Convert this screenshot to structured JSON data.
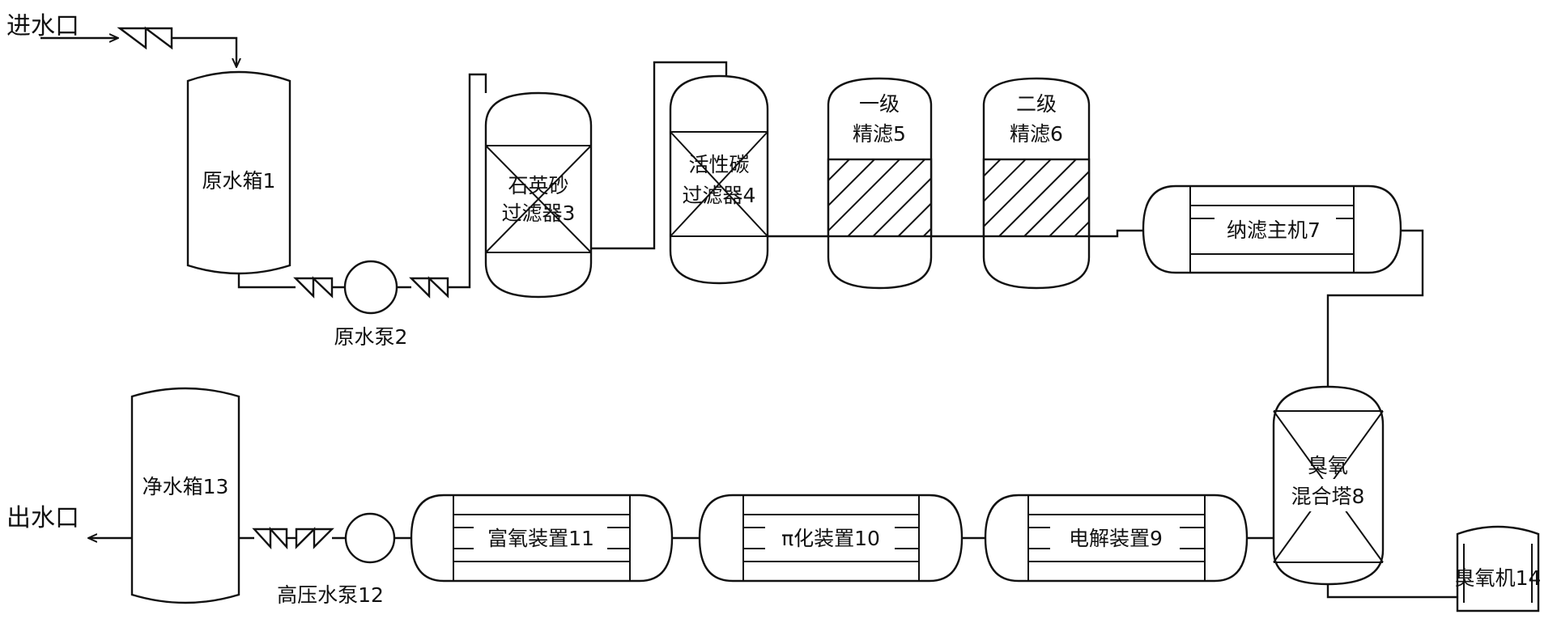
{
  "labels": {
    "inlet": "进水口",
    "outlet": "出水口",
    "raw_tank": "原水箱1",
    "raw_pump": "原水泵2",
    "quartz_1": "石英砂",
    "quartz_2": "过滤器3",
    "carbon_1": "活性碳",
    "carbon_2": "过滤器4",
    "fine1_1": "一级",
    "fine1_2": "精滤5",
    "fine2_1": "二级",
    "fine2_2": "精滤6",
    "nano": "纳滤主机7",
    "ozone_mix_1": "臭氧",
    "ozone_mix_2": "混合塔8",
    "ozone_gen": "臭氧机14",
    "electrolysis": "电解装置9",
    "pi": "π化装置10",
    "high_oxygen": "富氧装置11",
    "hp_pump": "高压水泵12",
    "clean_tank": "净水箱13"
  },
  "colors": {
    "line": "#111111",
    "background": "#ffffff"
  }
}
